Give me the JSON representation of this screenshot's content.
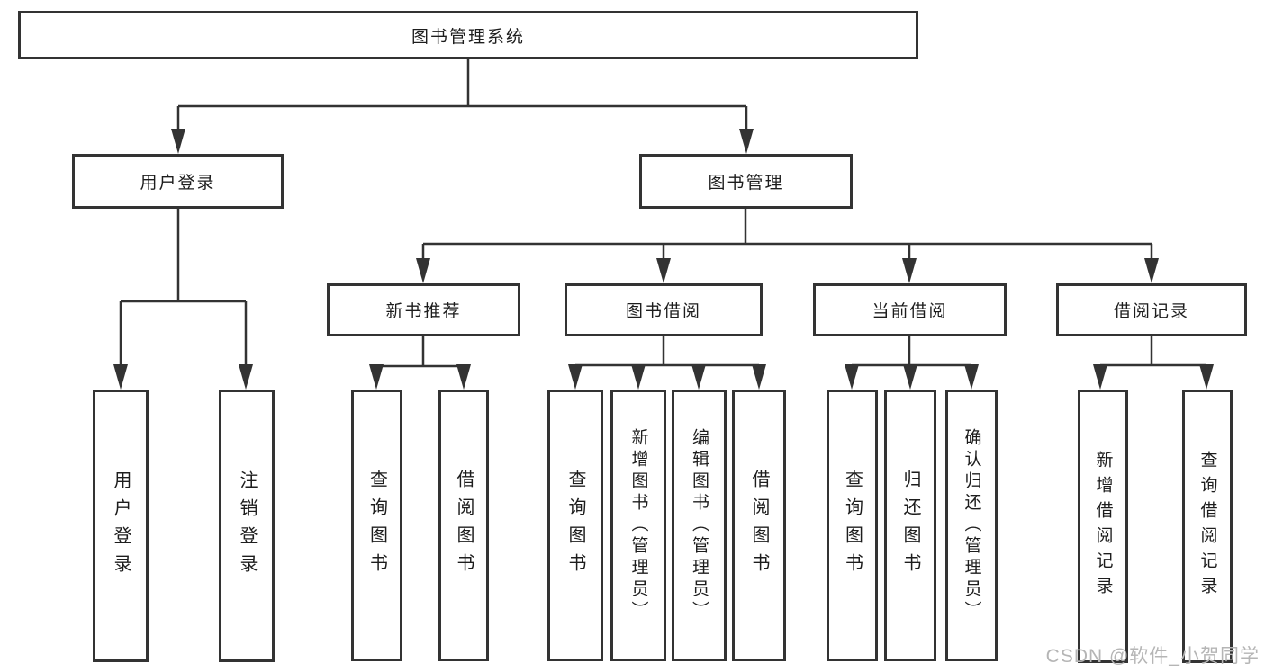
{
  "diagram_type": "hierarchy-tree",
  "colors": {
    "background": "#ffffff",
    "line": "#333333",
    "text": "#1d1d1d",
    "watermark": "#b5b5b5"
  },
  "diagram": {
    "root": {
      "label": "图书管理系统",
      "children": [
        {
          "label": "用户登录",
          "children": [
            {
              "label": "用户登录"
            },
            {
              "label": "注销登录"
            }
          ]
        },
        {
          "label": "图书管理",
          "children": [
            {
              "label": "新书推荐",
              "children": [
                {
                  "label": "查询图书"
                },
                {
                  "label": "借阅图书"
                }
              ]
            },
            {
              "label": "图书借阅",
              "children": [
                {
                  "label": "查询图书"
                },
                {
                  "label": "新增图书（管理员）"
                },
                {
                  "label": "编辑图书（管理员）"
                },
                {
                  "label": "借阅图书"
                }
              ]
            },
            {
              "label": "当前借阅",
              "children": [
                {
                  "label": "查询图书"
                },
                {
                  "label": "归还图书"
                },
                {
                  "label": "确认归还（管理员）"
                }
              ]
            },
            {
              "label": "借阅记录",
              "children": [
                {
                  "label": "新增借阅记录"
                },
                {
                  "label": "查询借阅记录"
                }
              ]
            }
          ]
        }
      ]
    },
    "watermark": "CSDN @软件_小贺同学"
  }
}
